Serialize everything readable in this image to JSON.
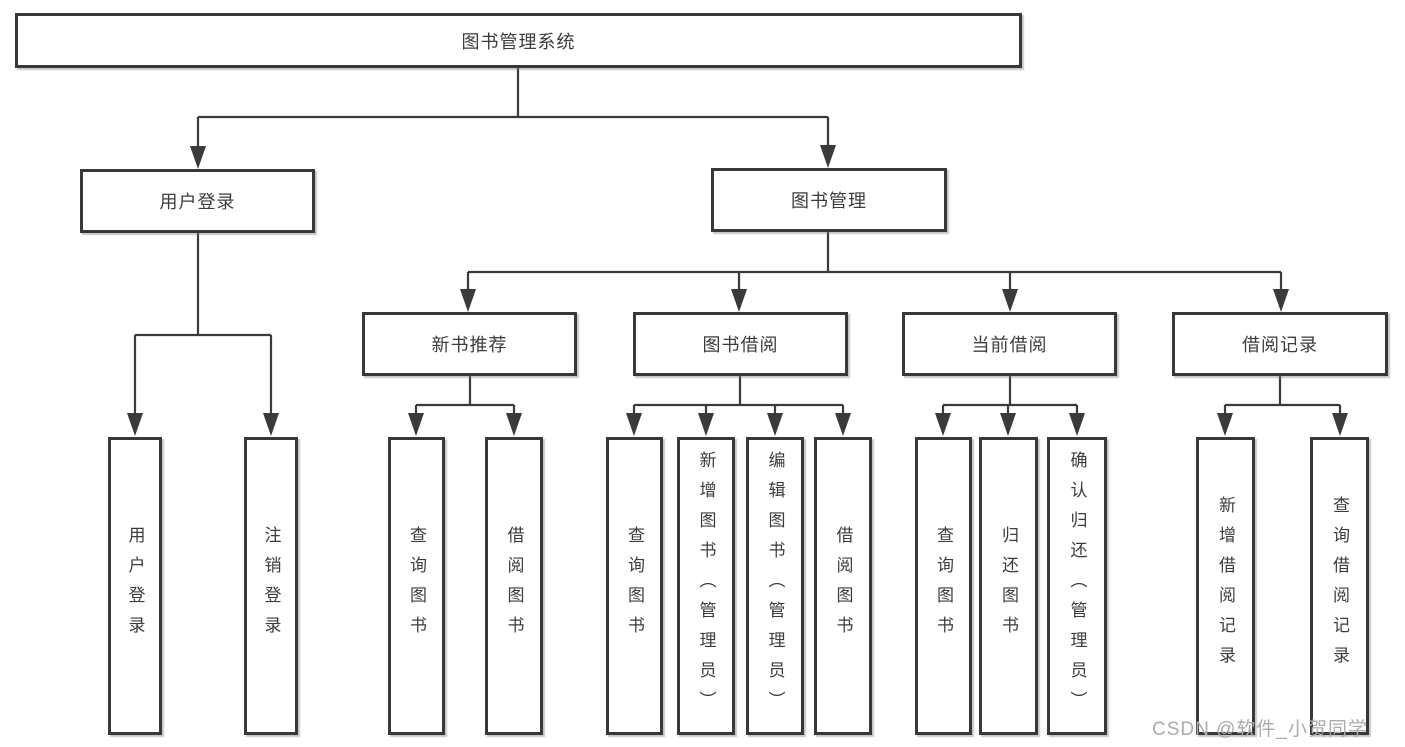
{
  "diagram": {
    "type": "tree",
    "nodes": {
      "root": "图书管理系统",
      "level2": [
        "用户登录",
        "图书管理"
      ],
      "level3": [
        "新书推荐",
        "图书借阅",
        "当前借阅",
        "借阅记录"
      ],
      "leaves": [
        "用户登录",
        "注销登录",
        "查询图书",
        "借阅图书",
        "查询图书",
        "新增图书（管理员）",
        "编辑图书（管理员）",
        "借阅图书",
        "查询图书",
        "归还图书",
        "确认归还（管理员）",
        "新增借阅记录",
        "查询借阅记录"
      ]
    },
    "colors": {
      "background": "#ffffff",
      "line": "#3a3a3a",
      "border": "#383838",
      "text": "#3c3c3c",
      "watermark": "#ababab"
    }
  },
  "watermark": {
    "text": "CSDN @软件_小贺同学"
  }
}
